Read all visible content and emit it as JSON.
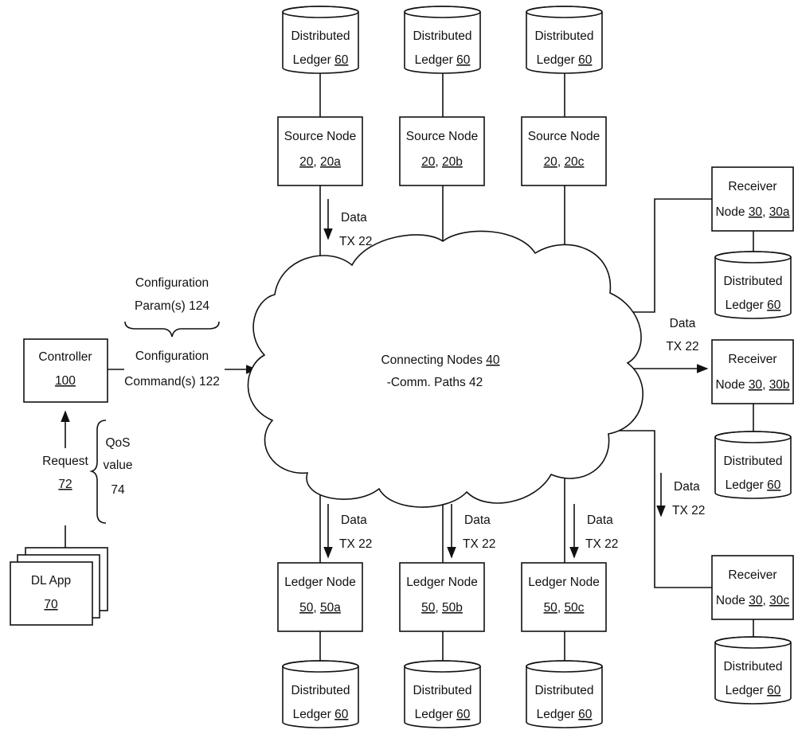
{
  "distributed_ledger": {
    "line1": "Distributed",
    "line2_text": "Ledger ",
    "line2_ref": "60"
  },
  "source_nodes": [
    {
      "line1": "Source Node",
      "ref_a": "20",
      "sep": ", ",
      "ref_b": "20a"
    },
    {
      "line1": "Source Node",
      "ref_a": "20",
      "sep": ", ",
      "ref_b": "20b"
    },
    {
      "line1": "Source Node",
      "ref_a": "20",
      "sep": ", ",
      "ref_b": "20c"
    }
  ],
  "ledger_nodes": [
    {
      "line1": "Ledger Node",
      "ref_a": "50",
      "sep": ", ",
      "ref_b": "50a"
    },
    {
      "line1": "Ledger Node",
      "ref_a": "50",
      "sep": ", ",
      "ref_b": "50b"
    },
    {
      "line1": "Ledger Node",
      "ref_a": "50",
      "sep": ", ",
      "ref_b": "50c"
    }
  ],
  "receiver_nodes": [
    {
      "line1": "Receiver",
      "prefix": "Node ",
      "ref_a": "30",
      "sep": ", ",
      "ref_b": "30a"
    },
    {
      "line1": "Receiver",
      "prefix": "Node ",
      "ref_a": "30",
      "sep": ", ",
      "ref_b": "30b"
    },
    {
      "line1": "Receiver",
      "prefix": "Node ",
      "ref_a": "30",
      "sep": ", ",
      "ref_b": "30c"
    }
  ],
  "data_tx": {
    "line1": "Data",
    "line2": "TX 22"
  },
  "cloud": {
    "line1_text": "Connecting Nodes ",
    "line1_ref": "40",
    "line2": "-Comm. Paths 42"
  },
  "controller": {
    "line1": "Controller",
    "ref": "100"
  },
  "config_params": {
    "line1": "Configuration",
    "line2": "Param(s) 124"
  },
  "config_command": {
    "line1": "Configuration",
    "line2": "Command(s) 122"
  },
  "request": {
    "line1": "Request",
    "ref": "72"
  },
  "qos": {
    "line1": "QoS",
    "line2": "value",
    "line3": "74"
  },
  "dl_app": {
    "line1": "DL App",
    "ref": "70"
  }
}
